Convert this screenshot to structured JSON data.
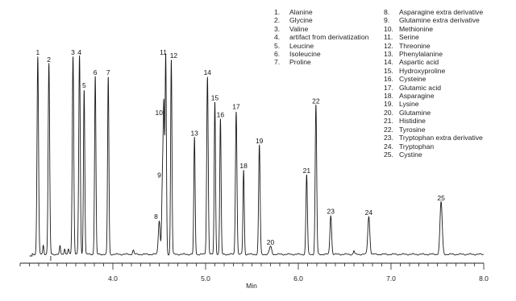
{
  "chart_data": {
    "type": "line",
    "xlabel": "Min",
    "ylabel": "",
    "xlim": [
      3.0,
      8.0
    ],
    "ylim": [
      0,
      100
    ],
    "x_ticks": [
      {
        "value": 4.0,
        "label": "4.0"
      },
      {
        "value": 5.0,
        "label": "5.0"
      },
      {
        "value": 6.0,
        "label": "6.0"
      },
      {
        "value": 7.0,
        "label": "7.0"
      },
      {
        "value": 8.0,
        "label": "8.0"
      }
    ],
    "minor_tick_step": 0.1,
    "grid": false,
    "legend_position": "top-right",
    "peaks": [
      {
        "label": "1",
        "rt": 3.19,
        "height": 97.7,
        "width": 0.008
      },
      {
        "label": "2",
        "rt": 3.31,
        "height": 94.0,
        "width": 0.008
      },
      {
        "label": "3",
        "rt": 3.57,
        "height": 97.7,
        "width": 0.008
      },
      {
        "label": "4",
        "rt": 3.64,
        "height": 97.7,
        "width": 0.008
      },
      {
        "label": "5",
        "rt": 3.69,
        "height": 81.4,
        "width": 0.007
      },
      {
        "label": "6",
        "rt": 3.81,
        "height": 87.6,
        "width": 0.007
      },
      {
        "label": "7",
        "rt": 3.95,
        "height": 87.6,
        "width": 0.007
      },
      {
        "label": "8",
        "rt": 4.5,
        "height": 16.7,
        "width": 0.01
      },
      {
        "label": "9",
        "rt": 4.535,
        "height": 37.1,
        "width": 0.008
      },
      {
        "label": "10",
        "rt": 4.55,
        "height": 67.9,
        "width": 0.007
      },
      {
        "label": "11",
        "rt": 4.57,
        "height": 97.7,
        "width": 0.007
      },
      {
        "label": "12",
        "rt": 4.63,
        "height": 96.0,
        "width": 0.007
      },
      {
        "label": "13",
        "rt": 4.88,
        "height": 57.7,
        "width": 0.007
      },
      {
        "label": "14",
        "rt": 5.02,
        "height": 87.6,
        "width": 0.008
      },
      {
        "label": "15",
        "rt": 5.1,
        "height": 75.2,
        "width": 0.007
      },
      {
        "label": "16",
        "rt": 5.16,
        "height": 66.8,
        "width": 0.007
      },
      {
        "label": "17",
        "rt": 5.33,
        "height": 70.8,
        "width": 0.008
      },
      {
        "label": "18",
        "rt": 5.41,
        "height": 41.6,
        "width": 0.007
      },
      {
        "label": "19",
        "rt": 5.58,
        "height": 54.0,
        "width": 0.008
      },
      {
        "label": "20",
        "rt": 5.7,
        "height": 3.9,
        "width": 0.012
      },
      {
        "label": "21",
        "rt": 6.09,
        "height": 39.3,
        "width": 0.008
      },
      {
        "label": "22",
        "rt": 6.19,
        "height": 73.6,
        "width": 0.008
      },
      {
        "label": "23",
        "rt": 6.35,
        "height": 19.3,
        "width": 0.009
      },
      {
        "label": "24",
        "rt": 6.76,
        "height": 18.6,
        "width": 0.011
      },
      {
        "label": "25",
        "rt": 7.54,
        "height": 25.8,
        "width": 0.012
      }
    ],
    "minor_peaks": [
      {
        "rt": 3.25,
        "height": 4.5,
        "width": 0.006
      },
      {
        "rt": 3.43,
        "height": 4.0,
        "width": 0.006
      },
      {
        "rt": 3.48,
        "height": 3.0,
        "width": 0.006
      },
      {
        "rt": 3.52,
        "height": 2.5,
        "width": 0.006
      },
      {
        "rt": 3.8,
        "height": 2.0,
        "width": 0.006
      },
      {
        "rt": 4.22,
        "height": 2.0,
        "width": 0.008
      },
      {
        "rt": 6.6,
        "height": 1.8,
        "width": 0.006
      }
    ],
    "legend_column_1": [
      {
        "num": "1.",
        "name": "Alanine"
      },
      {
        "num": "2.",
        "name": "Glycine"
      },
      {
        "num": "3.",
        "name": "Valine"
      },
      {
        "num": "4.",
        "name": "artifact from derivatization"
      },
      {
        "num": "5.",
        "name": "Leucine"
      },
      {
        "num": "6.",
        "name": "Isoleucine"
      },
      {
        "num": "7.",
        "name": "Proline"
      }
    ],
    "legend_column_2": [
      {
        "num": "8.",
        "name": "Asparagine extra derivative"
      },
      {
        "num": "9.",
        "name": "Glutamine extra derivative"
      },
      {
        "num": "10.",
        "name": "Methionine"
      },
      {
        "num": "11.",
        "name": "Serine"
      },
      {
        "num": "12.",
        "name": "Threonine"
      },
      {
        "num": "13.",
        "name": "Phenylalanine"
      },
      {
        "num": "14.",
        "name": "Aspartic acid"
      },
      {
        "num": "15.",
        "name": "Hydroxyproline"
      },
      {
        "num": "16.",
        "name": "Cysteine"
      },
      {
        "num": "17.",
        "name": "Glutamic acid"
      },
      {
        "num": "18.",
        "name": "Asparagine"
      },
      {
        "num": "19.",
        "name": "Lysine"
      },
      {
        "num": "20.",
        "name": "Glutamine"
      },
      {
        "num": "21.",
        "name": "Histidine"
      },
      {
        "num": "22.",
        "name": "Tyrosine"
      },
      {
        "num": "23.",
        "name": "Tryptophan extra derivative"
      },
      {
        "num": "24.",
        "name": "Tryptophan"
      },
      {
        "num": "25.",
        "name": "Cystine"
      }
    ],
    "line_color": "#1a1a1a"
  }
}
